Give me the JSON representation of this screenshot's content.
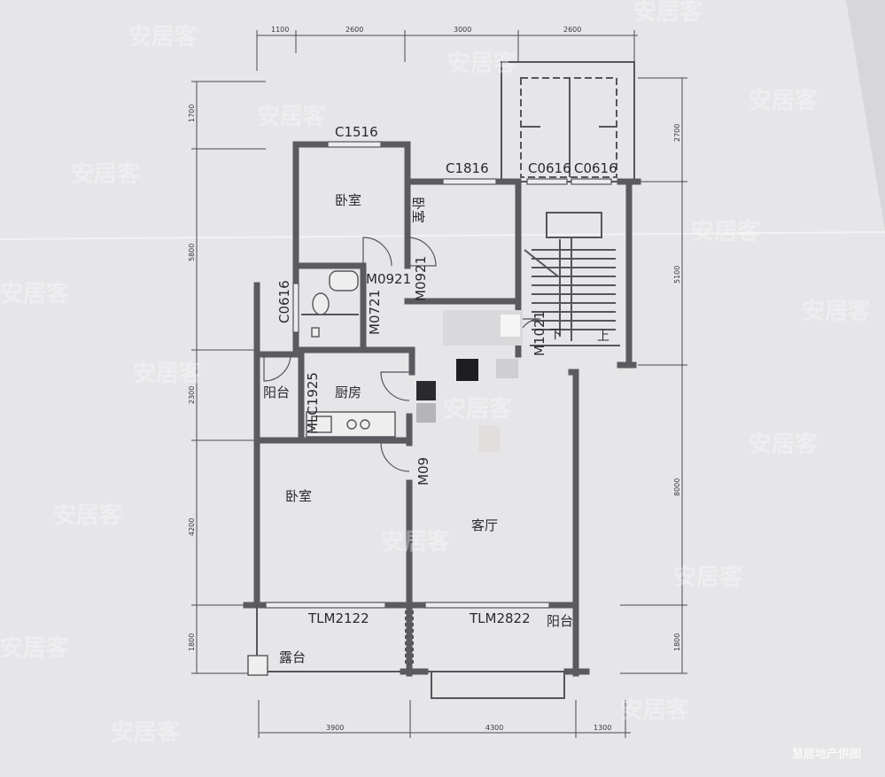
{
  "rooms": {
    "bedroom_top": "卧室",
    "bedroom_small": "卧室",
    "bedroom_bottom": "卧室",
    "kitchen": "厨房",
    "living_room": "客厅",
    "balcony_left": "阳台",
    "balcony_right": "阳台",
    "terrace": "露台"
  },
  "labels": {
    "window_c1516": "C1516",
    "window_c1816": "C1816",
    "window_c0616_a": "C0616",
    "window_c0616_b": "C0616",
    "window_c0616_side": "C0616",
    "door_m0921_a": "M0921",
    "door_m0921_b": "M0921",
    "door_m0721": "M0721",
    "door_mlc1925": "MLC1925",
    "door_m1021": "M1021",
    "door_m09": "M09",
    "door_tlm2122": "TLM2122",
    "door_tlm2822": "TLM2822",
    "stair_down": "下",
    "stair_up": "上"
  },
  "dimensions": {
    "top": [
      "1100",
      "2600",
      "3000",
      "2600"
    ],
    "bottom": [
      "3900",
      "4300",
      "1300"
    ],
    "left": [
      "1700",
      "5800",
      "2300",
      "4200",
      "1800"
    ],
    "right": [
      "2700",
      "5100",
      "8000",
      "1800"
    ]
  },
  "watermarks": [
    "安居客",
    "安居客",
    "安居客",
    "安居客",
    "安居客",
    "安居客",
    "安居客",
    "安居客",
    "安居客",
    "安居客",
    "安居客",
    "安居客",
    "安居客",
    "安居客",
    "安居客",
    "安居客",
    "安居客",
    "安居客"
  ],
  "credit": "慧居地产供图",
  "colors": {
    "background": "#d7d7d9",
    "paper": "#e6e6e8",
    "wall": "#5a5a5f",
    "text": "#2a2a2e"
  }
}
